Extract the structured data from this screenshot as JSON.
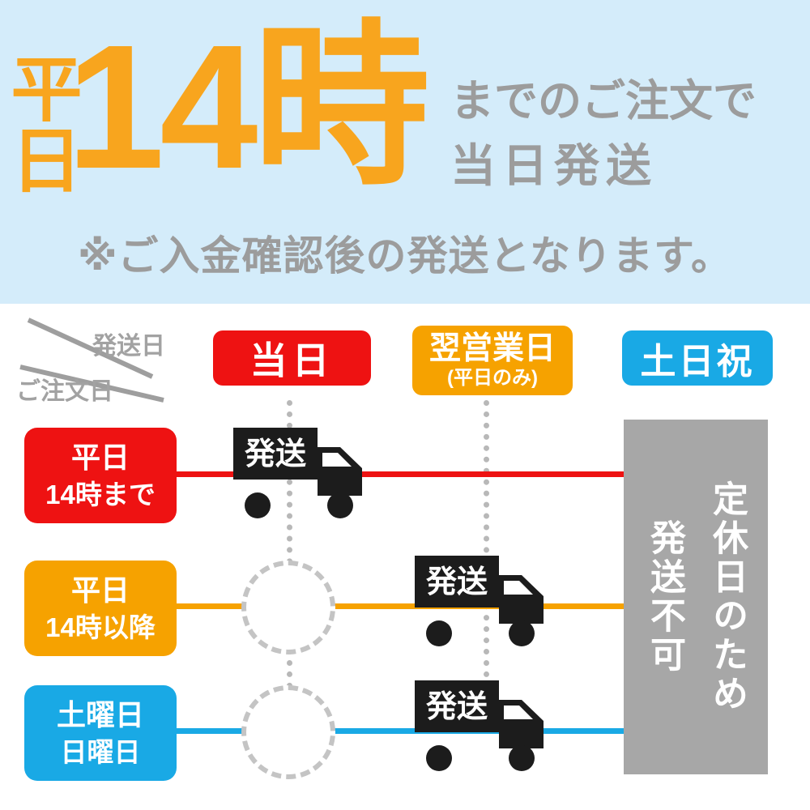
{
  "banner": {
    "weekday": "平日",
    "time": "14時",
    "suffix_line1": "までのご注文で",
    "suffix_line2": "当日発送",
    "note": "※ご入金確認後の発送となります。"
  },
  "table": {
    "corner": {
      "shipping_date": "発送日",
      "order_date": "ご注文日"
    },
    "columns": [
      {
        "label": "当日"
      },
      {
        "label": "翌営業日",
        "sub": "(平日のみ)"
      },
      {
        "label": "土日祝"
      }
    ],
    "rows": [
      {
        "line1": "平日",
        "line2": "14時まで",
        "ships_on": "当日"
      },
      {
        "line1": "平日",
        "line2": "14時以降",
        "ships_on": "翌営業日"
      },
      {
        "line1": "土曜日",
        "line2": "日曜日",
        "ships_on": "翌営業日"
      }
    ],
    "ship_label": "発送",
    "closed": {
      "line1": "定休日のため",
      "line2": "発送不可"
    }
  },
  "colors": {
    "banner_background": "#d4ecfa",
    "accent_orange_text": "#f8a51e",
    "gray_text": "#9c9c9c",
    "red": "#ee1212",
    "orange": "#f6a200",
    "blue": "#19a9e5",
    "closed_gray": "#a7a7a7",
    "truck_black": "#1c1c1c"
  }
}
